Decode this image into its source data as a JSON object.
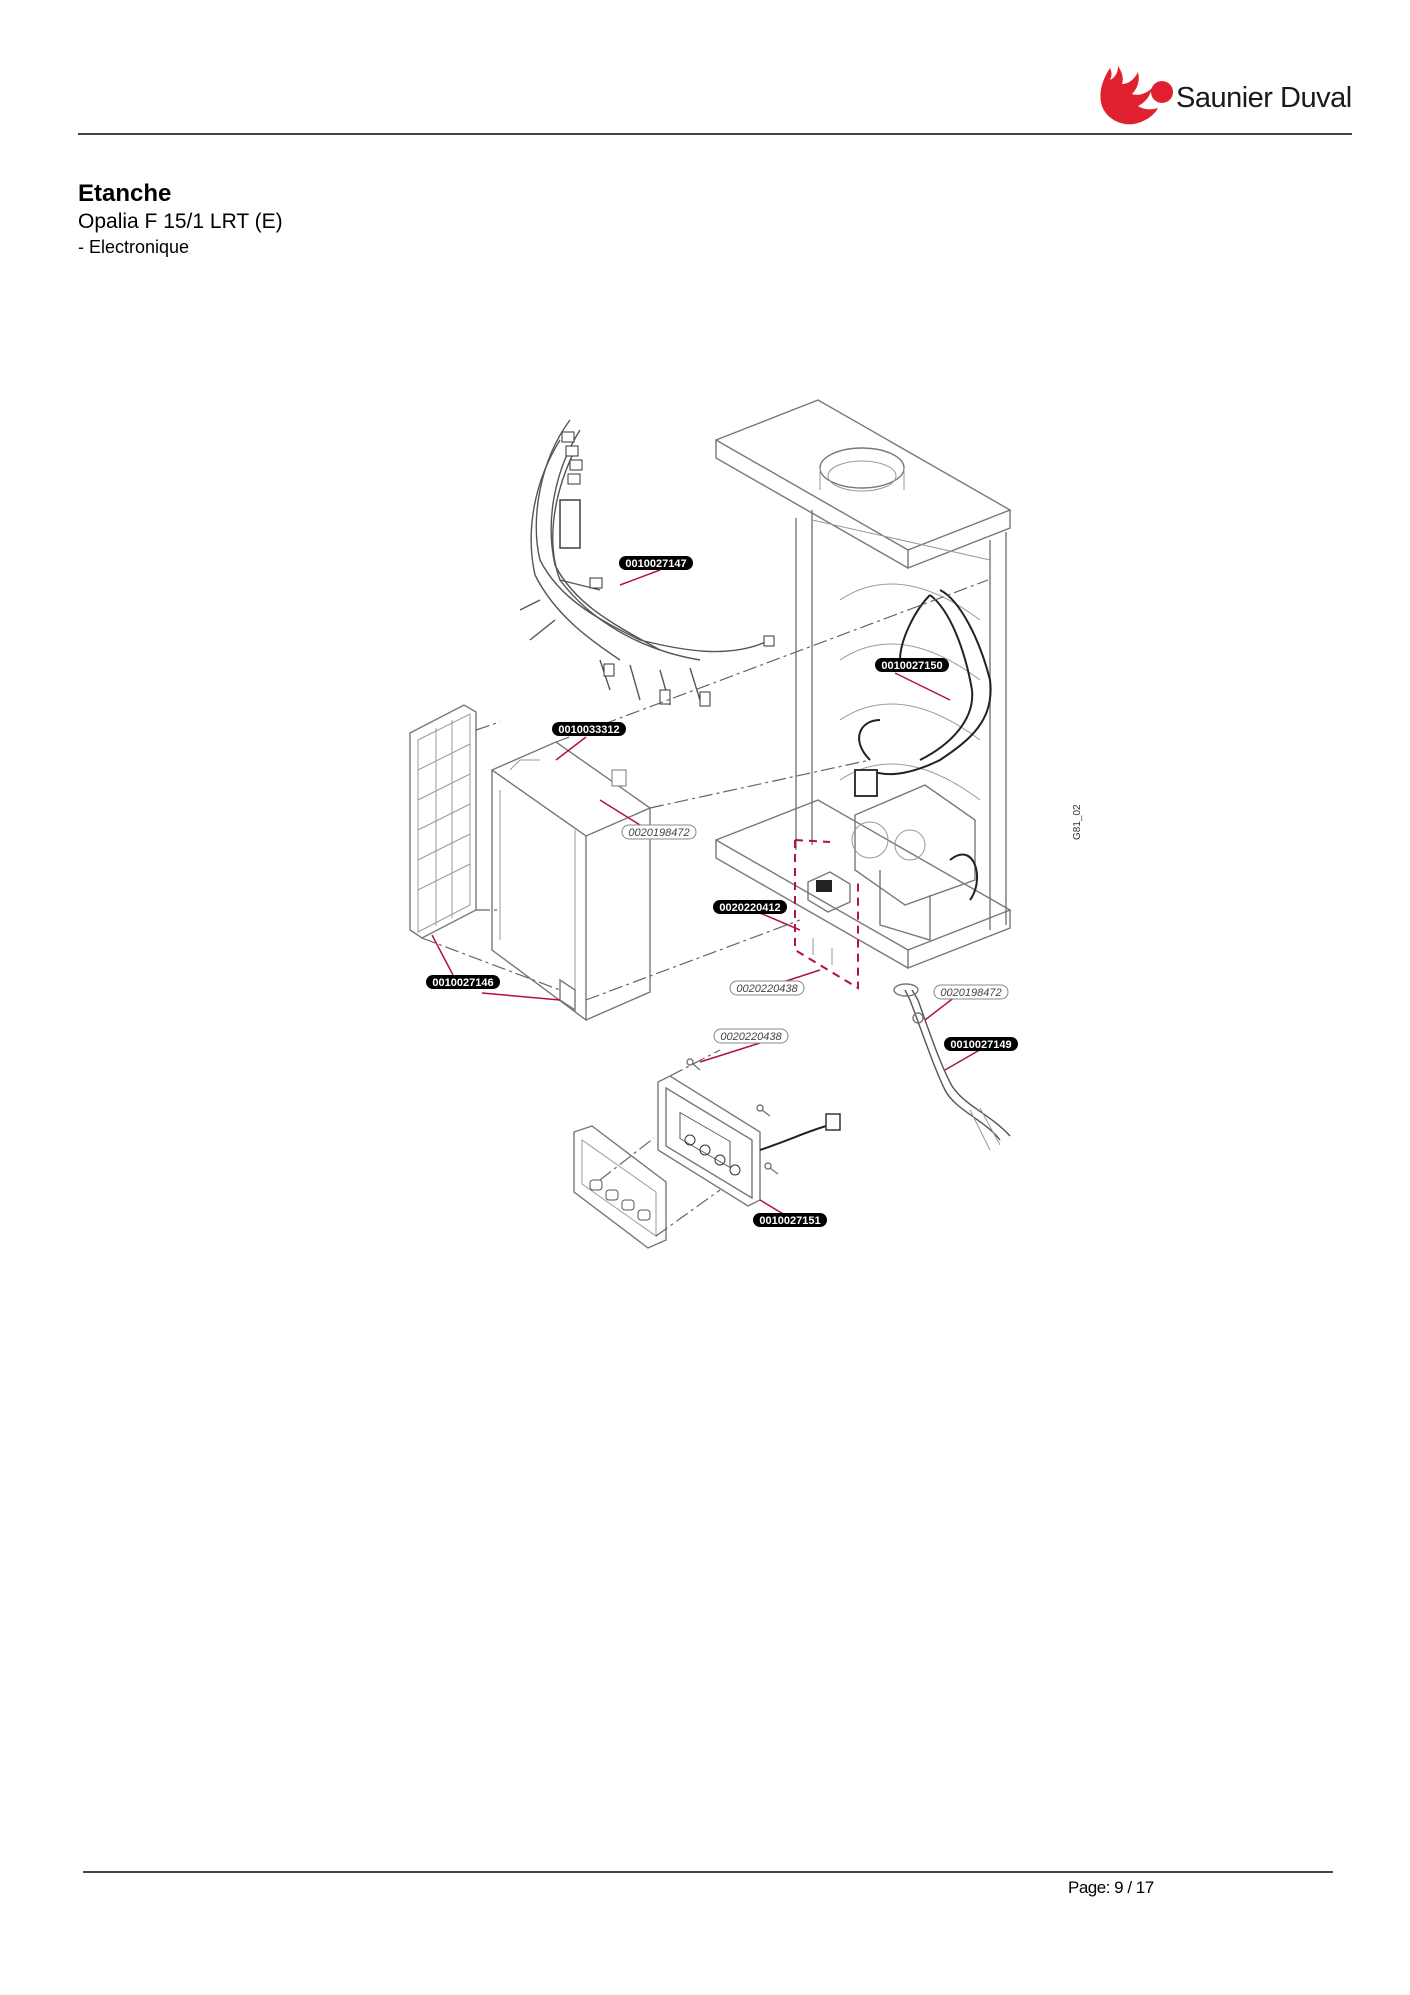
{
  "header": {
    "brand_name": "Saunier Duval",
    "brand_color": "#e0202f"
  },
  "document": {
    "title": "Etanche",
    "model": "Opalia F 15/1 LRT (E)",
    "section": "- Electronique"
  },
  "diagram": {
    "figure_code": "G81_02",
    "labels": [
      {
        "id": "0010027147",
        "style": "black"
      },
      {
        "id": "0010027150",
        "style": "black"
      },
      {
        "id": "0010033312",
        "style": "black"
      },
      {
        "id": "0020198472",
        "style": "outline"
      },
      {
        "id": "0020220412",
        "style": "black"
      },
      {
        "id": "0010027146",
        "style": "black"
      },
      {
        "id": "0020220438",
        "style": "outline"
      },
      {
        "id": "0020198472",
        "style": "outline"
      },
      {
        "id": "0010027149",
        "style": "black"
      },
      {
        "id": "0020220438",
        "style": "outline"
      },
      {
        "id": "0010027151",
        "style": "black"
      }
    ]
  },
  "footer": {
    "page_label": "Page: 9 / 17"
  }
}
